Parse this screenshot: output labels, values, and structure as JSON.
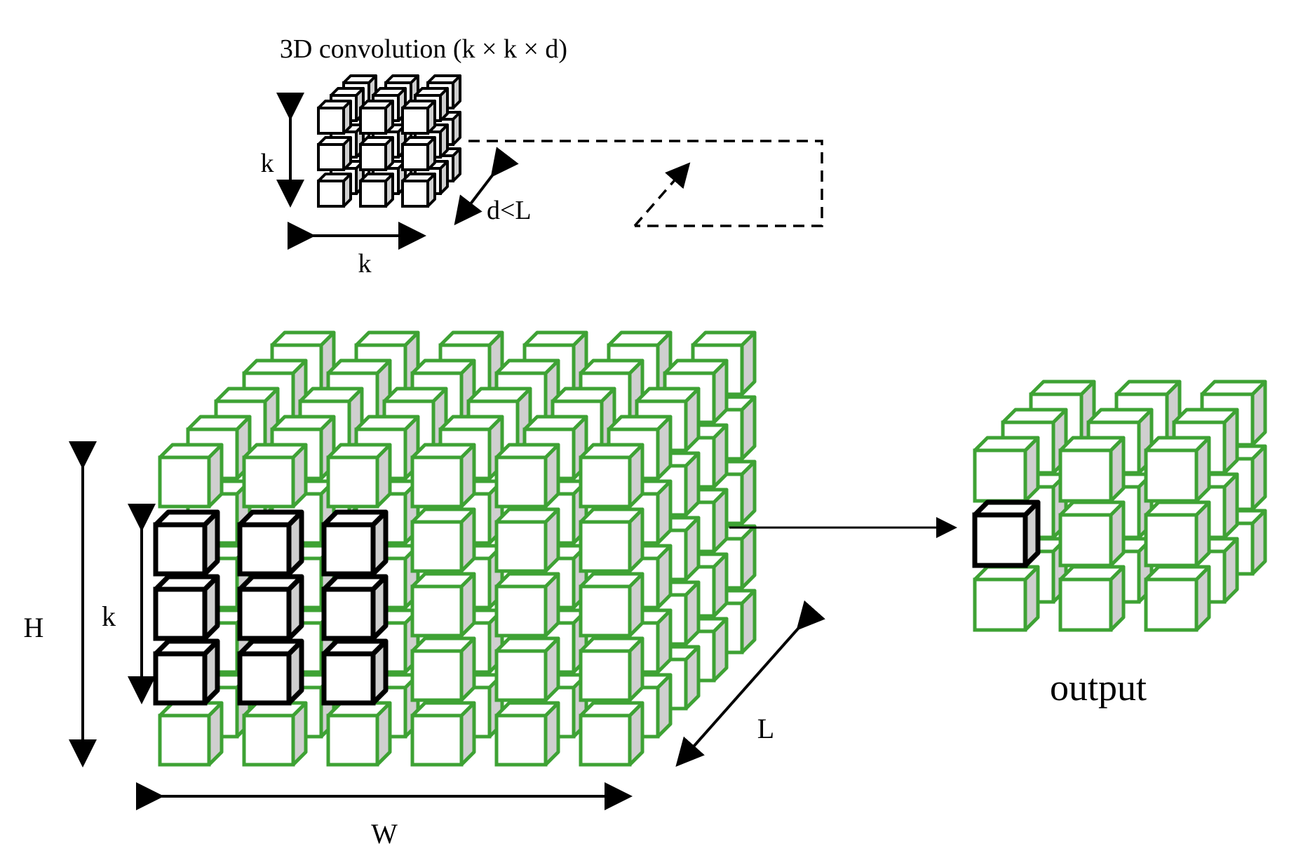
{
  "kernel": {
    "title": "3D convolution (k × k × d)",
    "height_label": "k",
    "width_label": "k",
    "depth_label": "d<L"
  },
  "input": {
    "height_label": "H",
    "kernel_height_label": "k",
    "width_label": "W",
    "depth_label": "L"
  },
  "output": {
    "label": "output"
  },
  "colors": {
    "input_cube_stroke": "#3ea234",
    "kernel_cube_stroke": "#000000",
    "cube_side_fill": "#cfcfcf",
    "cube_face_fill": "#ffffff"
  }
}
